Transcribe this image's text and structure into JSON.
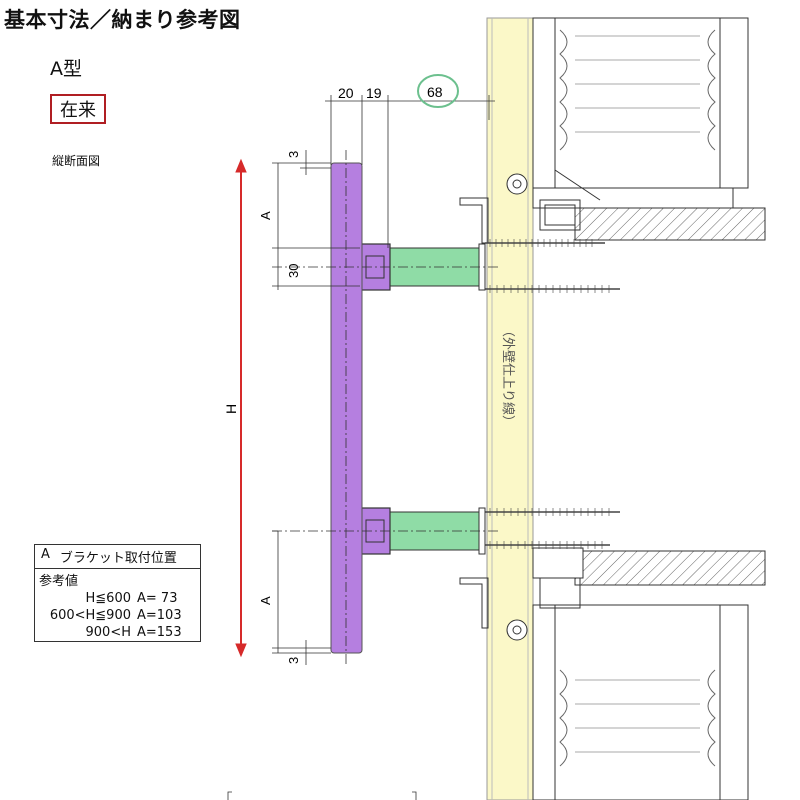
{
  "title": "基本寸法／納まり参考図",
  "type_label": "A型",
  "badge_label": "在来",
  "section_label": "縦断面図",
  "dimensions": {
    "d20": "20",
    "d19": "19",
    "d68": "68",
    "d3_top": "3",
    "dA_top": "A",
    "d30": "30",
    "dH": "H",
    "dA_bottom": "A",
    "d3_bottom": "3"
  },
  "wall_label": "（外壁仕上り線）",
  "table": {
    "header_a": "A",
    "header_title": "ブラケット取付位置",
    "sub_title": "参考値",
    "rows": [
      {
        "cond": "H≦600",
        "val": "A=  73"
      },
      {
        "cond": "600<H≦900",
        "val": "A=103"
      },
      {
        "cond": "900<H",
        "val": "A=153"
      }
    ]
  },
  "colors": {
    "handle": "#b57fe0",
    "bracket": "#8fdca6",
    "wall_finish": "#fbf8c8",
    "arrow": "#d62a2a",
    "badge_border": "#b01e23",
    "circle": "#6cc08e"
  }
}
